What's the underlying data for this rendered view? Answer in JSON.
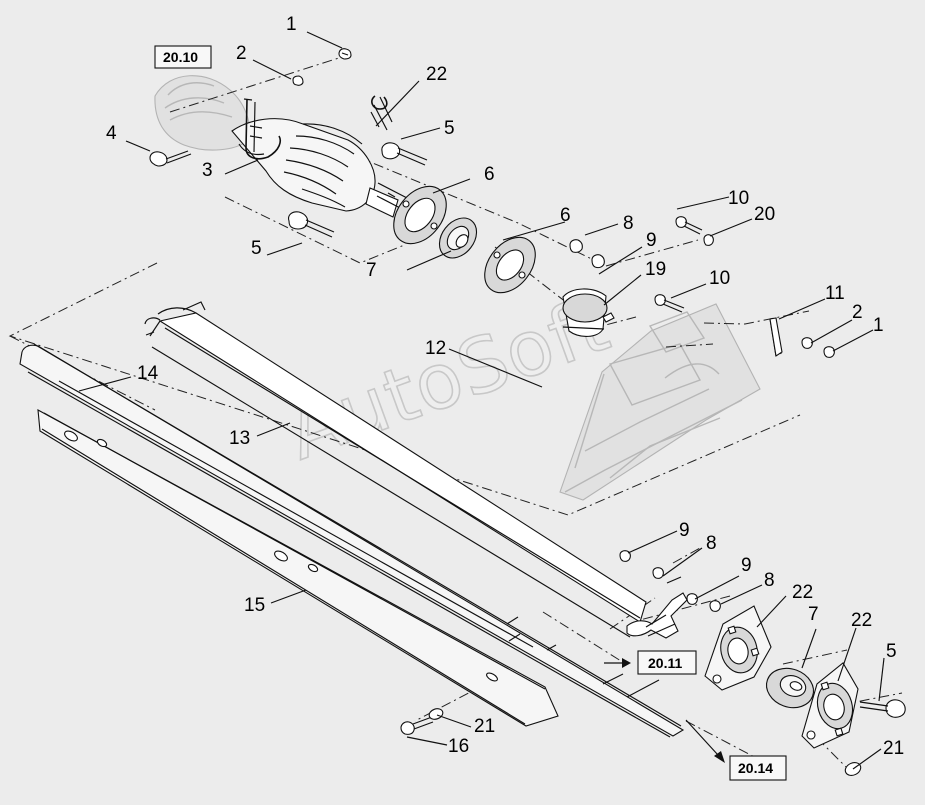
{
  "watermark": "AutoSoft",
  "reference_boxes": {
    "r2010": "20.10",
    "r2011": "20.11",
    "r2014": "20.14"
  },
  "callouts": {
    "c1_top": "1",
    "c2_top": "2",
    "c22_top": "22",
    "c4": "4",
    "c5_top": "5",
    "c3": "3",
    "c6_left": "6",
    "c6_right": "6",
    "c8_top": "8",
    "c10_top": "10",
    "c20": "20",
    "c5_mid": "5",
    "c9_top": "9",
    "c7_top": "7",
    "c19": "19",
    "c10_mid": "10",
    "c11": "11",
    "c2_right": "2",
    "c1_right": "1",
    "c12": "12",
    "c14": "14",
    "c13": "13",
    "c15": "15",
    "c9_lower1": "9",
    "c8_lower1": "8",
    "c9_lower2": "9",
    "c8_lower2": "8",
    "c22_lower_left": "22",
    "c7_lower": "7",
    "c22_lower_right": "22",
    "c5_lower": "5",
    "c21_mid": "21",
    "c16": "16",
    "c21_right": "21"
  }
}
